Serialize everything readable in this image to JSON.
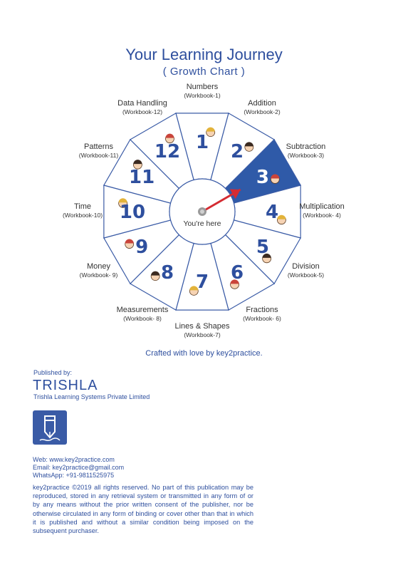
{
  "header": {
    "title": "Your Learning Journey",
    "subtitle": "( Growth Chart )"
  },
  "diagram": {
    "center_label": "You're here",
    "current_segment": 3,
    "colors": {
      "outline": "#3a5ba6",
      "highlight": "#2f5aa8",
      "number": "#2e4f9e",
      "arrow": "#d42b32"
    },
    "segments": [
      {
        "num": "1",
        "name": "Numbers",
        "workbook": "(Workbook-1)"
      },
      {
        "num": "2",
        "name": "Addition",
        "workbook": "(Workbook-2)"
      },
      {
        "num": "3",
        "name": "Subtraction",
        "workbook": "(Workbook-3)"
      },
      {
        "num": "4",
        "name": "Multiplication",
        "workbook": "(Workbook- 4)"
      },
      {
        "num": "5",
        "name": "Division",
        "workbook": "(Workbook-5)"
      },
      {
        "num": "6",
        "name": "Fractions",
        "workbook": "(Workbook- 6)"
      },
      {
        "num": "7",
        "name": "Lines & Shapes",
        "workbook": "(Workbook-7)"
      },
      {
        "num": "8",
        "name": "Measurements",
        "workbook": "(Workbook- 8)"
      },
      {
        "num": "9",
        "name": "Money",
        "workbook": "(Workbook- 9)"
      },
      {
        "num": "10",
        "name": "Time",
        "workbook": "(Workbook-10)"
      },
      {
        "num": "11",
        "name": "Patterns",
        "workbook": "(Workbook-11)"
      },
      {
        "num": "12",
        "name": "Data Handling",
        "workbook": "(Workbook-12)"
      }
    ]
  },
  "footer": {
    "crafted": "Crafted with love by key2practice.",
    "published_by": "Published by:",
    "brand": "TRISHLA",
    "company": "Trishla Learning Systems Private Limited",
    "logo_icon": "pen-icon",
    "web": "Web: www.key2practice.com",
    "email": "Email: key2practice@gmail.com",
    "whatsapp": "WhatsApp: +91-9811525975",
    "copyright": "key2practice ©2019 all rights reserved. No part of this publication may be reproduced, stored in any retrieval system or transmitted in any form of or by any means without the prior written consent of the publisher, nor be otherwise circulated in any form of binding or cover other than that in which it is published and without a similar condition being imposed on the subsequent purchaser."
  }
}
